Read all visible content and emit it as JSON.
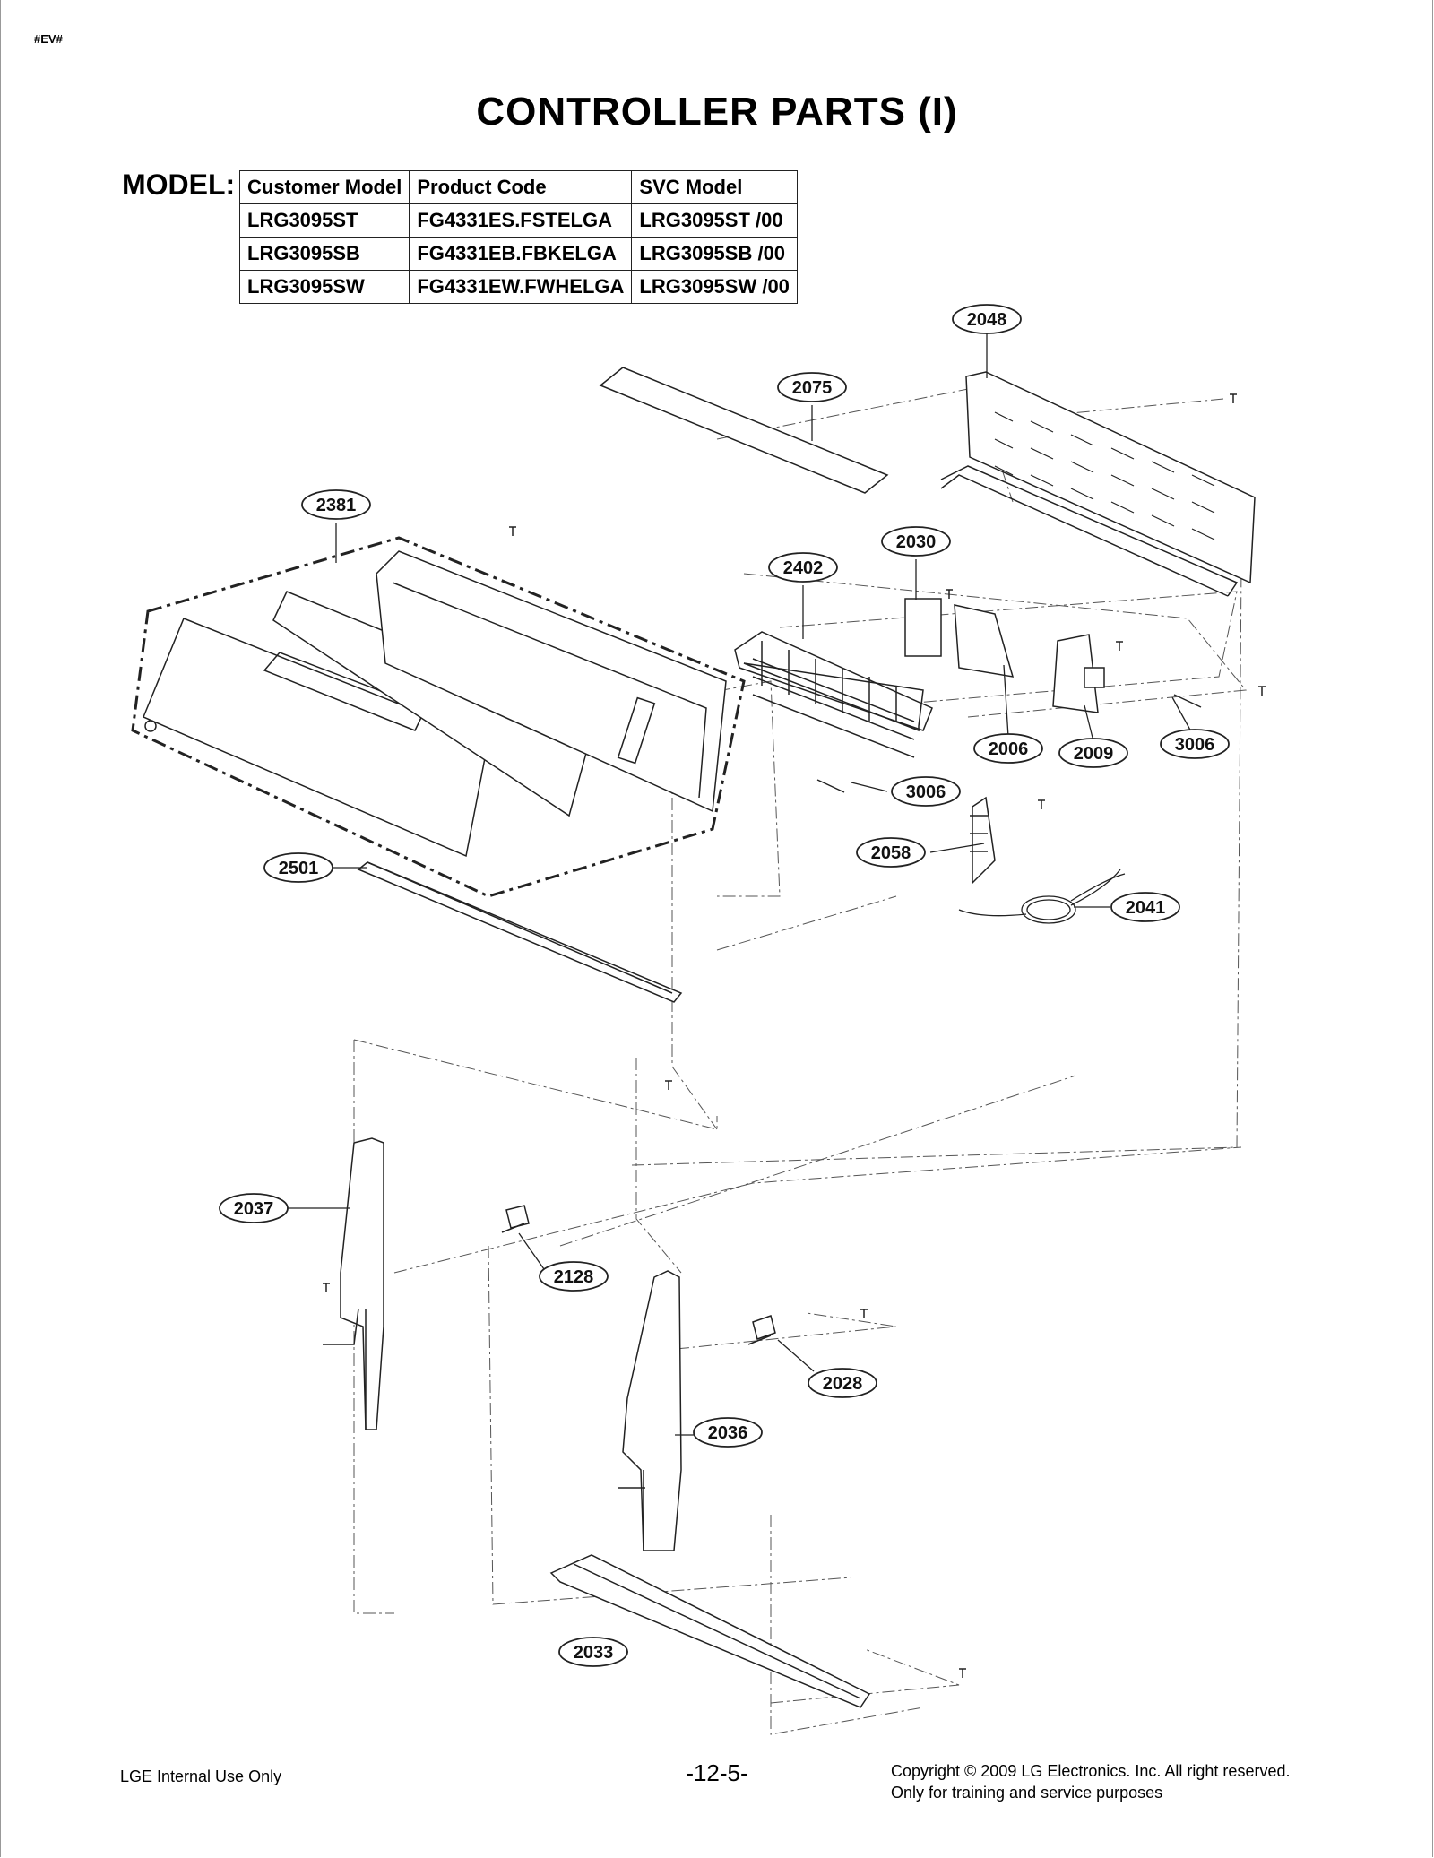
{
  "header": {
    "tag": "#EV#",
    "title": "CONTROLLER PARTS (I)"
  },
  "model": {
    "label": "MODEL:",
    "columns": [
      "Customer Model",
      "Product Code",
      "SVC Model"
    ],
    "rows": [
      [
        "LRG3095ST",
        "FG4331ES.FSTELGA",
        "LRG3095ST /00"
      ],
      [
        "LRG3095SB",
        "FG4331EB.FBKELGA",
        "LRG3095SB /00"
      ],
      [
        "LRG3095SW",
        "FG4331EW.FWHELGA",
        "LRG3095SW /00"
      ]
    ]
  },
  "parts": [
    "2048",
    "2075",
    "2381",
    "2030",
    "2402",
    "2006",
    "2009",
    "3006",
    "3006",
    "2058",
    "2041",
    "2501",
    "2037",
    "2128",
    "2028",
    "2036",
    "2033"
  ],
  "footer": {
    "left": "LGE Internal Use Only",
    "center": "-12-5-",
    "right_line1": "Copyright © 2009 LG Electronics. Inc. All right reserved.",
    "right_line2": "Only for training and service purposes"
  }
}
